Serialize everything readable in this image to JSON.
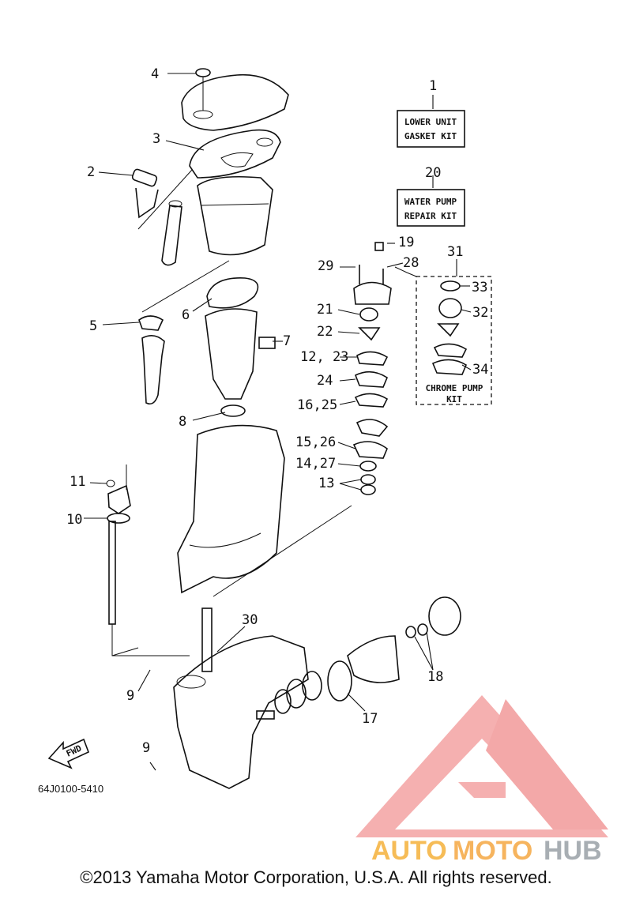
{
  "callouts": {
    "c1": "1",
    "c2": "2",
    "c3": "3",
    "c4": "4",
    "c5": "5",
    "c6": "6",
    "c7": "7",
    "c8": "8",
    "c9a": "9",
    "c9b": "9",
    "c10": "10",
    "c11": "11",
    "c13": "13",
    "c14_27": "14,27",
    "c15_26": "15,26",
    "c16_25": "16,25",
    "c12_23": "12, 23",
    "c17": "17",
    "c18": "18",
    "c19": "19",
    "c20": "20",
    "c21": "21",
    "c22": "22",
    "c24": "24",
    "c28": "28",
    "c29": "29",
    "c30": "30",
    "c31": "31",
    "c32": "32",
    "c33": "33",
    "c34": "34"
  },
  "kits": {
    "lower_unit_gasket": [
      "LOWER UNIT",
      "GASKET KIT"
    ],
    "water_pump_repair": [
      "WATER PUMP",
      "REPAIR KIT"
    ],
    "chrome_pump": [
      "CHROME PUMP",
      "KIT"
    ]
  },
  "fwd_label": "FWD",
  "diagram_code": "64J0100-5410",
  "watermark": {
    "part1": "AUTO",
    "part2": "MOTO",
    "part3": "HUB",
    "colors": {
      "triangle": "#f4a3a3",
      "auto": "#f5b13a",
      "moto": "#f5a742",
      "hub": "#9aa0a6"
    }
  },
  "copyright": "©2013 Yamaha Motor Corporation, U.S.A. All rights reserved."
}
